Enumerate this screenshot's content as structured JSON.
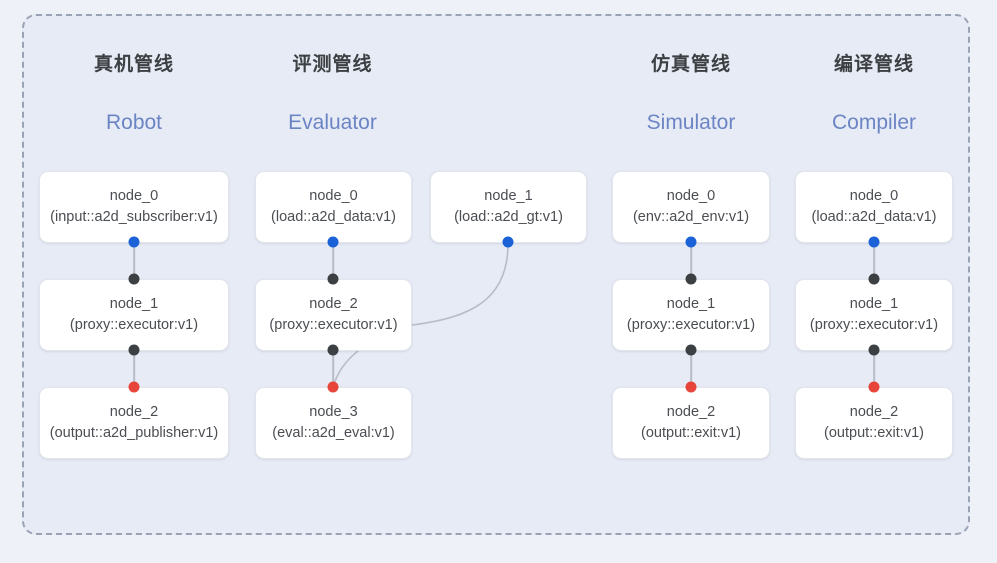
{
  "panel": {
    "background_color": "#e7ebf6",
    "border_color": "#9aa3b5",
    "border_style": "dashed"
  },
  "palette": {
    "page_background": "#eef1f8",
    "title_cn_color": "#3c4043",
    "title_en_color": "#6b84c4",
    "node_text_color": "#4a4d52",
    "node_background": "#ffffff",
    "node_border": "#e2e5ec",
    "dot_blue": "#1a62d6",
    "dot_black": "#3c4043",
    "dot_red": "#e8453a",
    "link_color": "#b7bcc6"
  },
  "columns": [
    {
      "id": "robot",
      "title_cn": "真机管线",
      "title_en": "Robot",
      "nodes": [
        {
          "name": "node_0",
          "type": "(input::a2d_subscriber:v1)"
        },
        {
          "name": "node_1",
          "type": "(proxy::executor:v1)"
        },
        {
          "name": "node_2",
          "type": "(output::a2d_publisher:v1)"
        }
      ]
    },
    {
      "id": "evaluator",
      "title_cn": "评测管线",
      "title_en": "Evaluator",
      "nodes": [
        {
          "name": "node_0",
          "type": "(load::a2d_data:v1)"
        },
        {
          "name": "node_1",
          "type": "(load::a2d_gt:v1)"
        },
        {
          "name": "node_2",
          "type": "(proxy::executor:v1)"
        },
        {
          "name": "node_3",
          "type": "(eval::a2d_eval:v1)"
        }
      ]
    },
    {
      "id": "simulator",
      "title_cn": "仿真管线",
      "title_en": "Simulator",
      "nodes": [
        {
          "name": "node_0",
          "type": "(env::a2d_env:v1)"
        },
        {
          "name": "node_1",
          "type": "(proxy::executor:v1)"
        },
        {
          "name": "node_2",
          "type": "(output::exit:v1)"
        }
      ]
    },
    {
      "id": "compiler",
      "title_cn": "编译管线",
      "title_en": "Compiler",
      "nodes": [
        {
          "name": "node_0",
          "type": "(load::a2d_data:v1)"
        },
        {
          "name": "node_1",
          "type": "(proxy::executor:v1)"
        },
        {
          "name": "node_2",
          "type": "(output::exit:v1)"
        }
      ]
    }
  ]
}
